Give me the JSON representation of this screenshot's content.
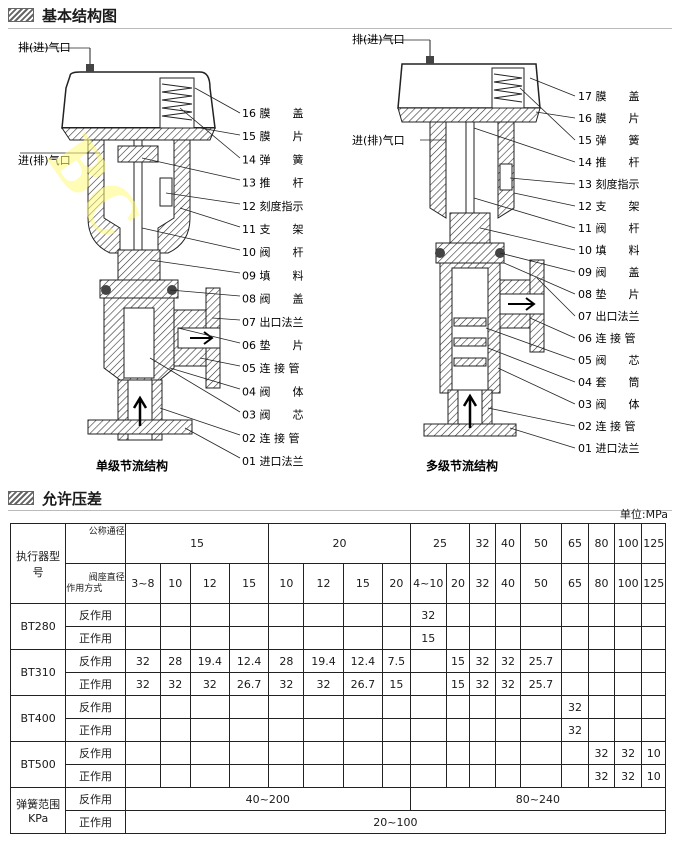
{
  "section1_title": "基本结构图",
  "section2_title": "允许压差",
  "unit": "单位:MPa",
  "left": {
    "caption": "单级节流结构",
    "port_top": "排(进)气口",
    "port_side": "进(排)气口",
    "labels": [
      "16 膜　　盖",
      "15 膜　　片",
      "14 弹　　簧",
      "13 推　　杆",
      "12 刻度指示",
      "11 支　　架",
      "10 阀　　杆",
      "09 填　　料",
      "08 阀　　盖",
      "07 出口法兰",
      "06 垫　　片",
      "05 连 接 管",
      "04 阀　　体",
      "03 阀　　芯",
      "02 连 接 管",
      "01 进口法兰"
    ]
  },
  "right": {
    "caption": "多级节流结构",
    "port_top": "排(进)气口",
    "port_side": "进(排)气口",
    "labels": [
      "17 膜　　盖",
      "16 膜　　片",
      "15 弹　　簧",
      "14 推　　杆",
      "13 刻度指示",
      "12 支　　架",
      "11 阀　　杆",
      "10 填　　料",
      "09 阀　　盖",
      "08 垫　　片",
      "07 出口法兰",
      "06 连 接 管",
      "05 阀　　芯",
      "04 套　　筒",
      "03 阀　　体",
      "02 连 接 管",
      "01 进口法兰"
    ]
  },
  "table": {
    "h_actuator": "执行器型号",
    "h_nominal": "公称通径",
    "h_seat": "阀座直径",
    "h_action": "作用方式",
    "dn": [
      "15",
      "20",
      "25",
      "32",
      "40",
      "50",
      "65",
      "80",
      "100",
      "125"
    ],
    "seats": [
      "3~8",
      "10",
      "12",
      "15",
      "10",
      "12",
      "15",
      "20",
      "4~10",
      "20",
      "32",
      "40",
      "50",
      "65",
      "80",
      "100",
      "125"
    ],
    "models": [
      "BT280",
      "BT310",
      "BT400",
      "BT500"
    ],
    "rev": "反作用",
    "fwd": "正作用",
    "bt280_rev": "32",
    "bt280_fwd": "15",
    "bt310_rev": [
      "32",
      "28",
      "19.4",
      "12.4",
      "28",
      "19.4",
      "12.4",
      "7.5",
      "",
      "15",
      "32",
      "32",
      "25.7"
    ],
    "bt310_fwd": [
      "32",
      "32",
      "32",
      "26.7",
      "32",
      "32",
      "26.7",
      "15",
      "",
      "15",
      "32",
      "32",
      "25.7"
    ],
    "bt400_rev": "32",
    "bt400_fwd": "32",
    "bt500_rev": [
      "32",
      "32",
      "10"
    ],
    "bt500_fwd": [
      "32",
      "32",
      "10"
    ],
    "spring_label": "弹簧范围KPa",
    "spring_rev_a": "40~200",
    "spring_rev_b": "80~240",
    "spring_fwd": "20~100"
  }
}
